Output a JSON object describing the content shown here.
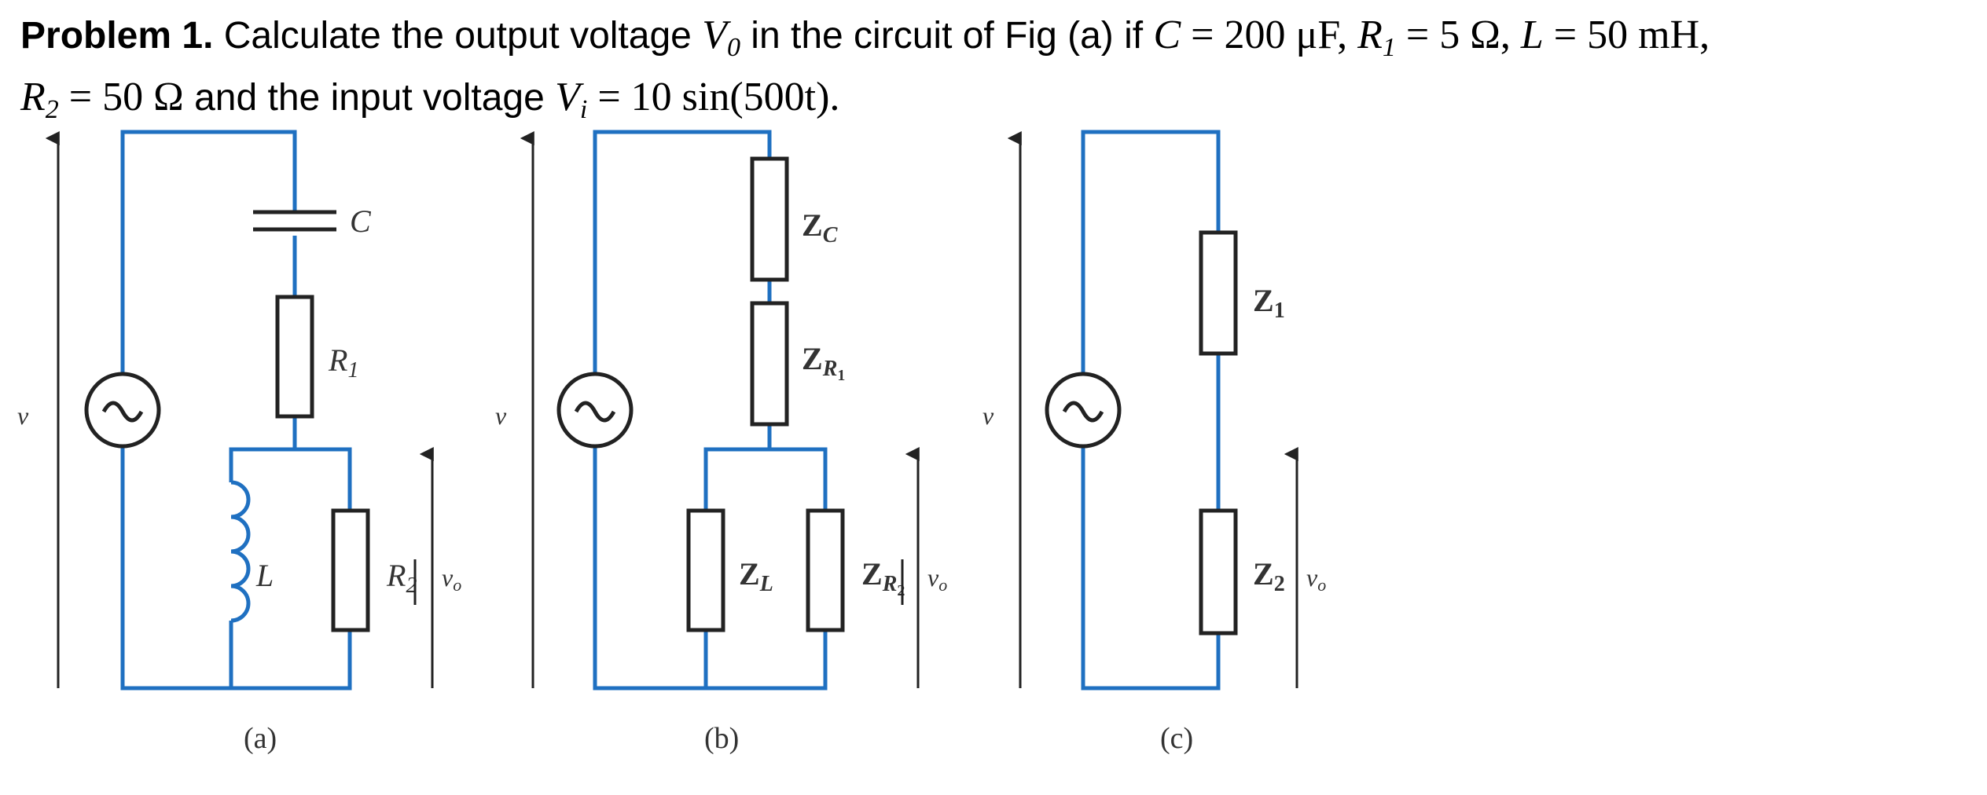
{
  "problem": {
    "label": "Problem 1.",
    "t1": "Calculate the output voltage",
    "vo_sym": "V",
    "vo_sub": "0",
    "t2": "in the circuit of Fig (a) if",
    "c_sym": "C",
    "c_val": " = 200 μF, ",
    "r1_sym": "R",
    "r1_sub": "1",
    "r1_val": " = 5 Ω, ",
    "l_sym": "L",
    "l_val": " = 50 mH,",
    "r2_sym": "R",
    "r2_sub": "2",
    "r2_val": " = 50 Ω",
    "t3": "and the input voltage",
    "vi_sym": "V",
    "vi_sub": "i",
    "vi_val": " = 10 sin(500t)."
  },
  "figures": {
    "a": {
      "caption": "(a)",
      "v": "v",
      "vo": "v",
      "vo_sub": "o",
      "c": "C",
      "r1": "R",
      "r1_sub": "1",
      "l": "L",
      "r2": "R",
      "r2_sub": "2"
    },
    "b": {
      "caption": "(b)",
      "v": "v",
      "vo": "v",
      "vo_sub": "o",
      "zc": "Z",
      "zc_sub": "C",
      "zr1": "Z",
      "zr1_sub": "R",
      "zr1_subsub": "1",
      "zl": "Z",
      "zl_sub": "L",
      "zr2": "Z",
      "zr2_sub": "R",
      "zr2_subsub": "2"
    },
    "c": {
      "caption": "(c)",
      "v": "v",
      "vo": "v",
      "vo_sub": "o",
      "z1": "Z",
      "z1_sub": "1",
      "z2": "Z",
      "z2_sub": "2"
    }
  },
  "colors": {
    "wire": "#1f70c1",
    "component": "#222222"
  }
}
